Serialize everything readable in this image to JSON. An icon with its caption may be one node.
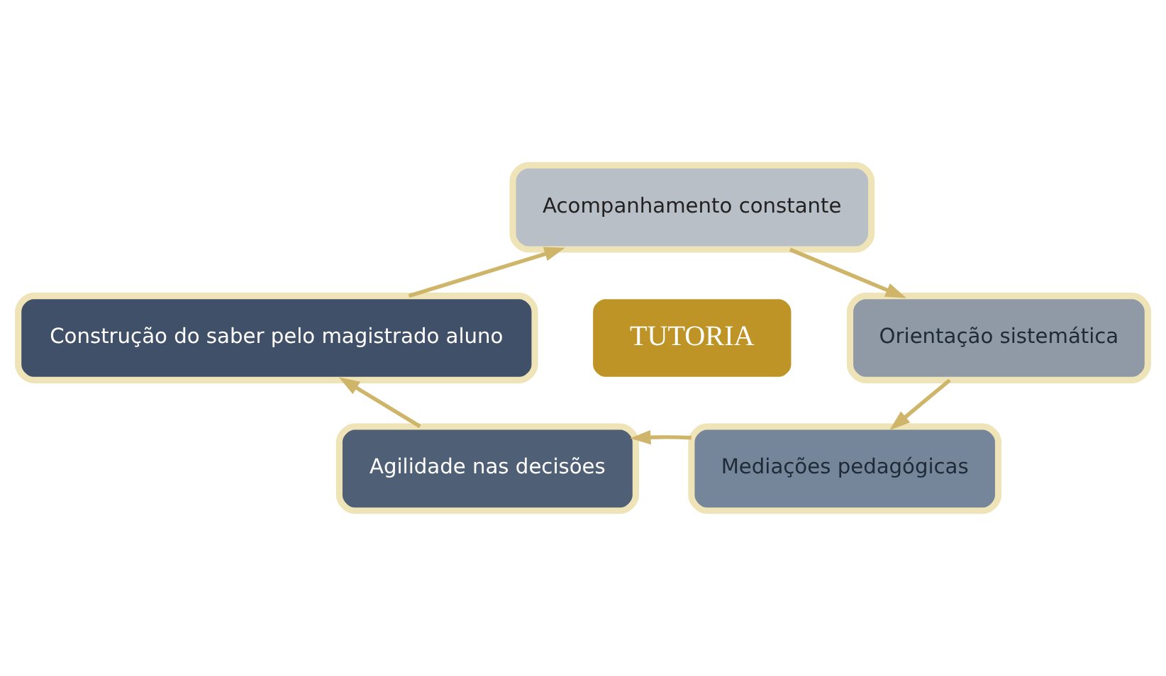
{
  "diagram": {
    "nodes": [
      {
        "text": [
          "TUTORIA"
        ]
      },
      {
        "text": [
          "Acompanhamento constante"
        ]
      },
      {
        "text": [
          "Orientação sistemática"
        ]
      },
      {
        "text": [
          "Mediações pedagógicas"
        ]
      },
      {
        "text": [
          "Agilidade nas decisões"
        ]
      },
      {
        "text": [
          "Construção do saber pelo magistrado aluno"
        ]
      }
    ],
    "edges": [
      {
        "from": 1,
        "to": 2,
        "arrow": "to"
      },
      {
        "from": 2,
        "to": 3,
        "arrow": "to"
      },
      {
        "from": 3,
        "to": 4,
        "arrow": "to"
      },
      {
        "from": 4,
        "to": 5,
        "arrow": "to"
      },
      {
        "from": 5,
        "to": 1,
        "arrow": "to"
      }
    ]
  }
}
